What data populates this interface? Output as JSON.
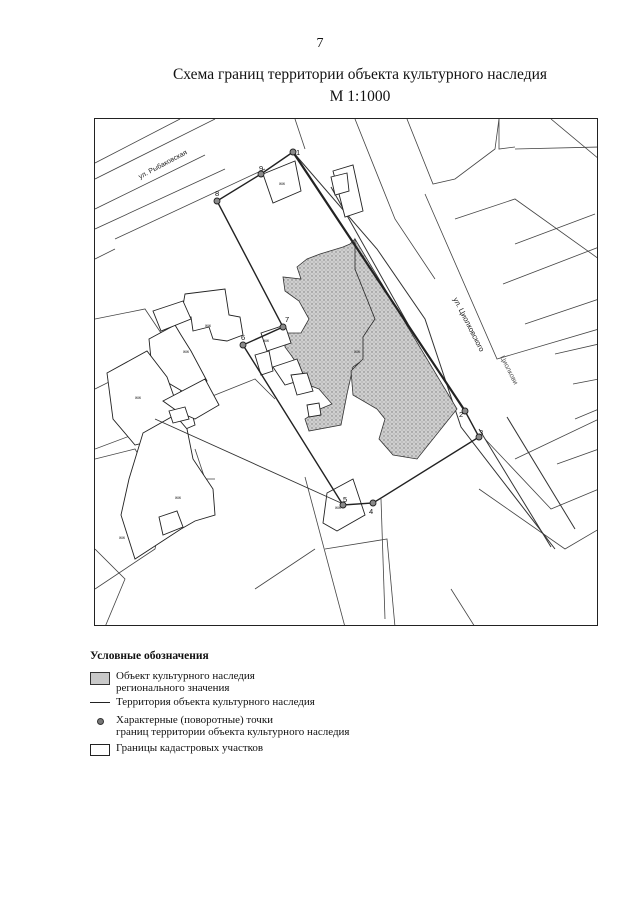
{
  "page_number": "7",
  "title": {
    "line1": "Схема границ территории объекта культурного наследия",
    "line2": "М 1:1000"
  },
  "map": {
    "streets": [
      {
        "name": "ул. Рыбаковская"
      },
      {
        "name": "ул. Циолковского"
      },
      {
        "name": "Циолкови"
      }
    ],
    "points": [
      "1",
      "2",
      "3",
      "4",
      "5",
      "6",
      "7",
      "8",
      "9"
    ],
    "building_label": "жж",
    "colors": {
      "heritage_fill": "#c4c4c4",
      "line": "#222222",
      "point_fill": "#8a8a8a"
    }
  },
  "legend": {
    "title": "Условные обозначения",
    "items": [
      {
        "symbol": "heritage-object",
        "line1": "Объект культурного наследия",
        "line2": "регионального значения"
      },
      {
        "symbol": "territory-boundary",
        "line1": "Территория объекта культурного наследия",
        "line2": ""
      },
      {
        "symbol": "turning-point",
        "line1": "Характерные (поворотные) точки",
        "line2": "границ территории объекта культурного наследия"
      },
      {
        "symbol": "cadastral-boundary",
        "line1": "Границы кадастровых участков",
        "line2": ""
      }
    ]
  }
}
